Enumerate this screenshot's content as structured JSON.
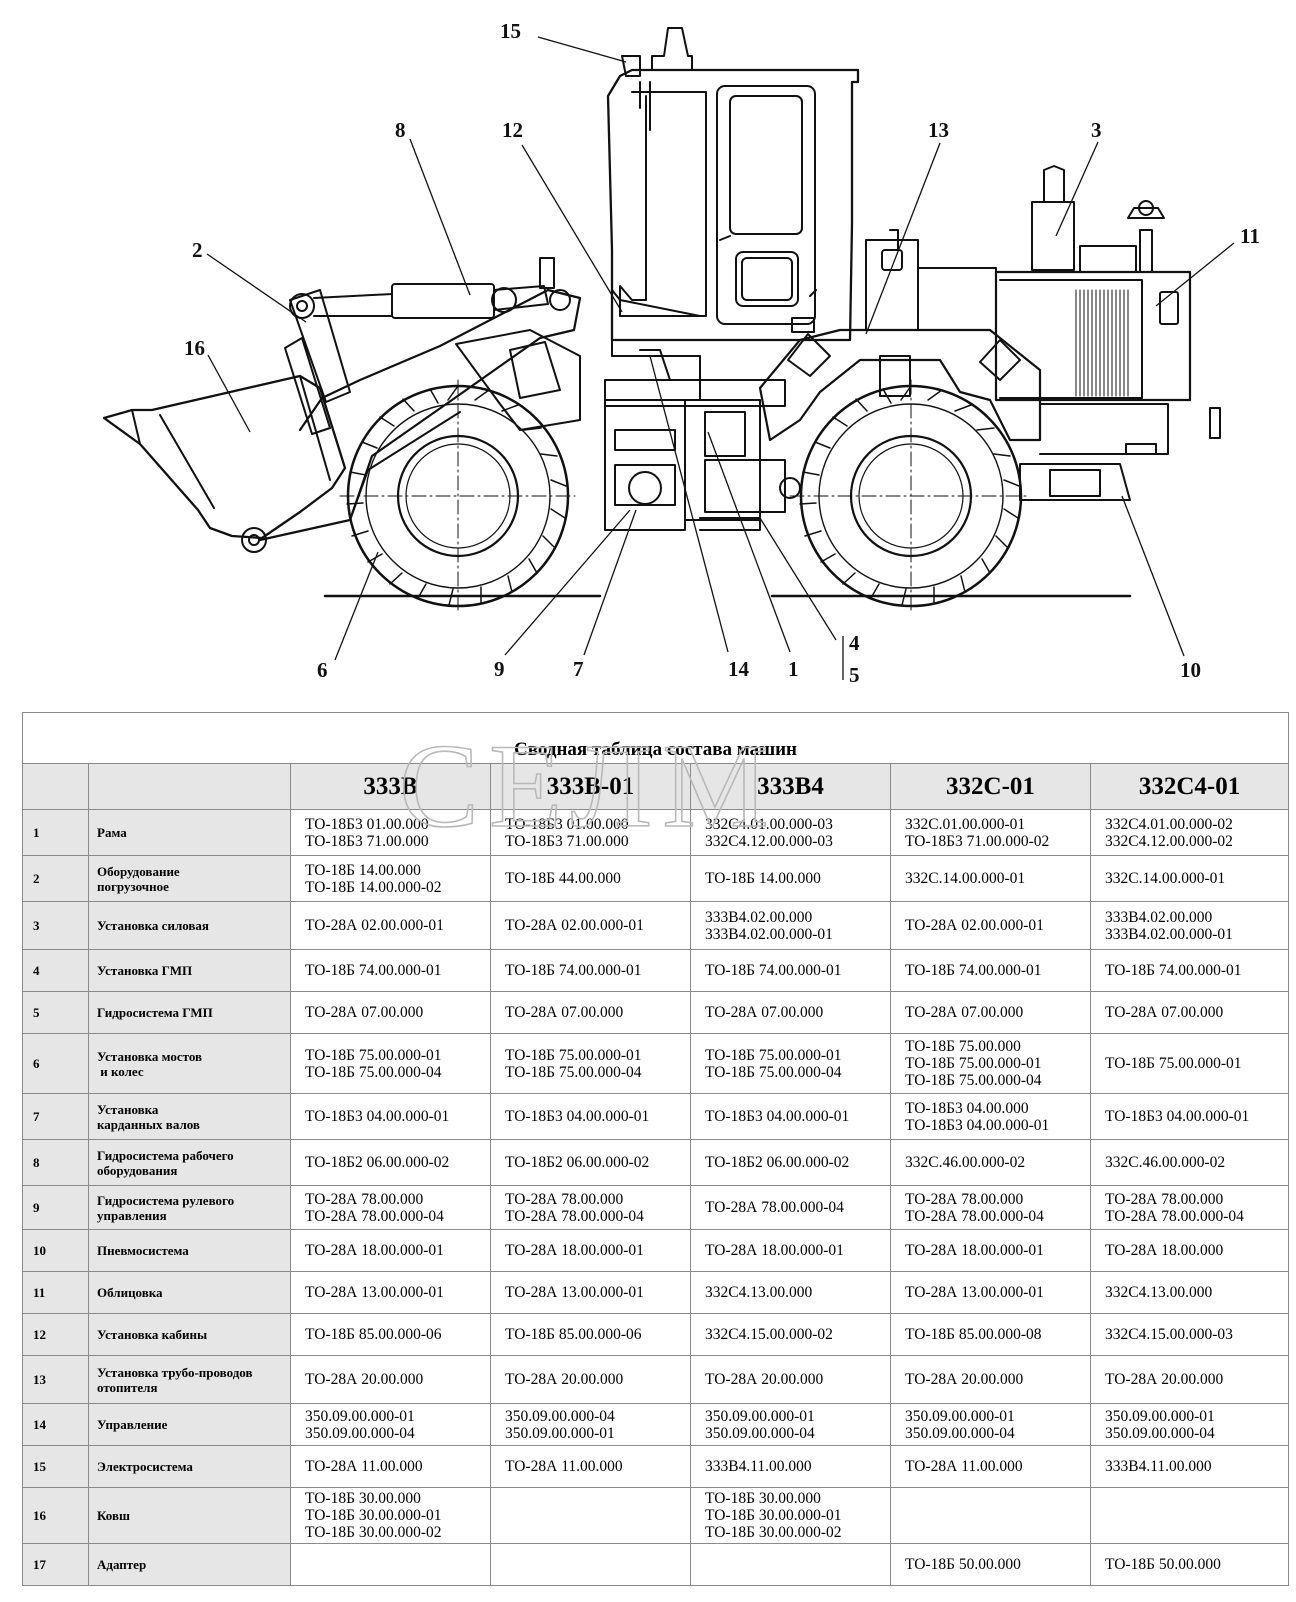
{
  "callouts": [
    "15",
    "8",
    "12",
    "13",
    "3",
    "2",
    "11",
    "16",
    "6",
    "9",
    "7",
    "14",
    "1",
    "4",
    "5",
    "10"
  ],
  "watermark": "СЕЛМ",
  "table": {
    "title": "Сводная таблица состава машин",
    "columns": [
      "333В",
      "333В-01",
      "333В4",
      "332С-01",
      "332С4-01"
    ],
    "rows": [
      {
        "num": "1",
        "name": [
          "Рама"
        ],
        "cells": [
          [
            "ТО-18Б3 01.00.000",
            "ТО-18Б3 71.00.000"
          ],
          [
            "ТО-18Б3 01.00.000",
            "ТО-18Б3 71.00.000"
          ],
          [
            "332С4.01.00.000-03",
            "332С4.12.00.000-03"
          ],
          [
            "332С.01.00.000-01",
            "ТО-18Б3 71.00.000-02"
          ],
          [
            "332С4.01.00.000-02",
            "332С4.12.00.000-02"
          ]
        ]
      },
      {
        "num": "2",
        "name": [
          "Оборудование",
          "погрузочное"
        ],
        "cells": [
          [
            "ТО-18Б 14.00.000",
            "ТО-18Б 14.00.000-02"
          ],
          [
            "ТО-18Б 44.00.000"
          ],
          [
            "ТО-18Б 14.00.000"
          ],
          [
            "332С.14.00.000-01"
          ],
          [
            "332С.14.00.000-01"
          ]
        ]
      },
      {
        "num": "3",
        "name": [
          "Установка силовая"
        ],
        "cells": [
          [
            "ТО-28А 02.00.000-01"
          ],
          [
            "ТО-28А 02.00.000-01"
          ],
          [
            "333В4.02.00.000",
            "333В4.02.00.000-01"
          ],
          [
            "ТО-28А 02.00.000-01"
          ],
          [
            "333В4.02.00.000",
            "333В4.02.00.000-01"
          ]
        ]
      },
      {
        "num": "4",
        "name": [
          "Установка ГМП"
        ],
        "cells": [
          [
            "ТО-18Б 74.00.000-01"
          ],
          [
            "ТО-18Б 74.00.000-01"
          ],
          [
            "ТО-18Б 74.00.000-01"
          ],
          [
            "ТО-18Б 74.00.000-01"
          ],
          [
            "ТО-18Б 74.00.000-01"
          ]
        ]
      },
      {
        "num": "5",
        "name": [
          "Гидросистема ГМП"
        ],
        "cells": [
          [
            "ТО-28А 07.00.000"
          ],
          [
            "ТО-28А 07.00.000"
          ],
          [
            "ТО-28А 07.00.000"
          ],
          [
            "ТО-28А 07.00.000"
          ],
          [
            "ТО-28А 07.00.000"
          ]
        ]
      },
      {
        "num": "6",
        "name": [
          "Установка мостов",
          " и колес"
        ],
        "cells": [
          [
            "ТО-18Б 75.00.000-01",
            "ТО-18Б 75.00.000-04"
          ],
          [
            "ТО-18Б 75.00.000-01",
            "ТО-18Б 75.00.000-04"
          ],
          [
            "ТО-18Б 75.00.000-01",
            "ТО-18Б 75.00.000-04"
          ],
          [
            "ТО-18Б 75.00.000",
            "ТО-18Б 75.00.000-01",
            "ТО-18Б 75.00.000-04"
          ],
          [
            "ТО-18Б 75.00.000-01"
          ]
        ]
      },
      {
        "num": "7",
        "name": [
          "Установка",
          "карданных валов"
        ],
        "cells": [
          [
            "ТО-18Б3 04.00.000-01"
          ],
          [
            "ТО-18Б3 04.00.000-01"
          ],
          [
            "ТО-18Б3 04.00.000-01"
          ],
          [
            "ТО-18Б3 04.00.000",
            "ТО-18Б3 04.00.000-01"
          ],
          [
            "ТО-18Б3 04.00.000-01"
          ]
        ]
      },
      {
        "num": "8",
        "name": [
          "Гидросистема рабочего",
          "оборудования"
        ],
        "cells": [
          [
            "ТО-18Б2 06.00.000-02"
          ],
          [
            "ТО-18Б2 06.00.000-02"
          ],
          [
            "ТО-18Б2 06.00.000-02"
          ],
          [
            "332С.46.00.000-02"
          ],
          [
            "332С.46.00.000-02"
          ]
        ]
      },
      {
        "num": "9",
        "name": [
          "Гидросистема рулевого",
          "управления"
        ],
        "cells": [
          [
            "ТО-28А 78.00.000",
            "ТО-28А 78.00.000-04"
          ],
          [
            "ТО-28А 78.00.000",
            "ТО-28А 78.00.000-04"
          ],
          [
            "ТО-28А 78.00.000-04"
          ],
          [
            "ТО-28А 78.00.000",
            "ТО-28А 78.00.000-04"
          ],
          [
            "ТО-28А 78.00.000",
            "ТО-28А 78.00.000-04"
          ]
        ]
      },
      {
        "num": "10",
        "name": [
          "Пневмосистема"
        ],
        "cells": [
          [
            "ТО-28А 18.00.000-01"
          ],
          [
            "ТО-28А 18.00.000-01"
          ],
          [
            "ТО-28А 18.00.000-01"
          ],
          [
            "ТО-28А 18.00.000-01"
          ],
          [
            "ТО-28А 18.00.000"
          ]
        ]
      },
      {
        "num": "11",
        "name": [
          "Облицовка"
        ],
        "cells": [
          [
            "ТО-28А 13.00.000-01"
          ],
          [
            "ТО-28А 13.00.000-01"
          ],
          [
            "332С4.13.00.000"
          ],
          [
            "ТО-28А 13.00.000-01"
          ],
          [
            "332С4.13.00.000"
          ]
        ]
      },
      {
        "num": "12",
        "name": [
          "Установка кабины"
        ],
        "cells": [
          [
            "ТО-18Б 85.00.000-06"
          ],
          [
            "ТО-18Б 85.00.000-06"
          ],
          [
            "332С4.15.00.000-02"
          ],
          [
            "ТО-18Б 85.00.000-08"
          ],
          [
            "332С4.15.00.000-03"
          ]
        ]
      },
      {
        "num": "13",
        "name": [
          "Установка трубо-проводов",
          "отопителя"
        ],
        "cells": [
          [
            "ТО-28А 20.00.000"
          ],
          [
            "ТО-28А 20.00.000"
          ],
          [
            "ТО-28А 20.00.000"
          ],
          [
            "ТО-28А 20.00.000"
          ],
          [
            "ТО-28А 20.00.000"
          ]
        ]
      },
      {
        "num": "14",
        "name": [
          "Управление"
        ],
        "cells": [
          [
            "350.09.00.000-01",
            "350.09.00.000-04"
          ],
          [
            "350.09.00.000-04",
            "350.09.00.000-01"
          ],
          [
            "350.09.00.000-01",
            "350.09.00.000-04"
          ],
          [
            "350.09.00.000-01",
            "350.09.00.000-04"
          ],
          [
            "350.09.00.000-01",
            "350.09.00.000-04"
          ]
        ]
      },
      {
        "num": "15",
        "name": [
          "Электросистема"
        ],
        "cells": [
          [
            "ТО-28А 11.00.000"
          ],
          [
            "ТО-28А 11.00.000"
          ],
          [
            "333В4.11.00.000"
          ],
          [
            "ТО-28А 11.00.000"
          ],
          [
            "333В4.11.00.000"
          ]
        ]
      },
      {
        "num": "16",
        "name": [
          "Ковш"
        ],
        "cells": [
          [
            "ТО-18Б 30.00.000",
            "ТО-18Б 30.00.000-01",
            "ТО-18Б 30.00.000-02"
          ],
          [],
          [
            "ТО-18Б 30.00.000",
            "ТО-18Б 30.00.000-01",
            "ТО-18Б 30.00.000-02"
          ],
          [],
          []
        ]
      },
      {
        "num": "17",
        "name": [
          "Адаптер"
        ],
        "cells": [
          [],
          [],
          [],
          [
            "ТО-18Б 50.00.000"
          ],
          [
            "ТО-18Б 50.00.000"
          ]
        ]
      }
    ]
  }
}
